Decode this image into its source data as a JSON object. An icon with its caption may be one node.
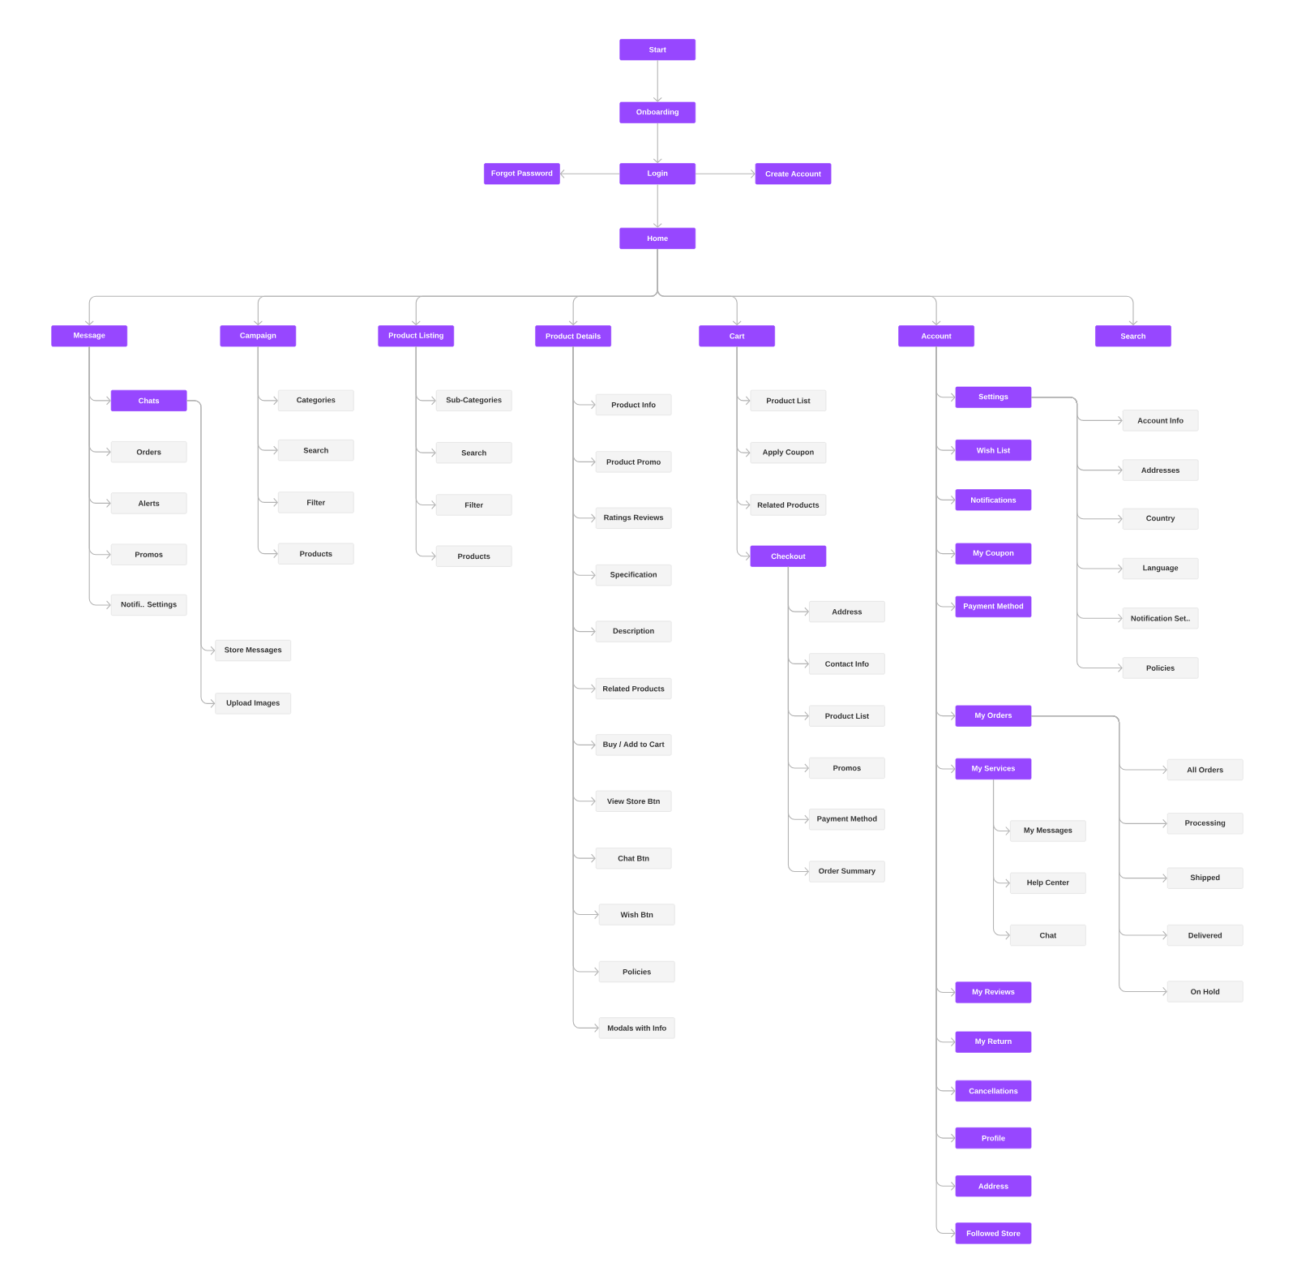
{
  "diagram": {
    "nodes": [
      {
        "text": [
          "Start"
        ]
      },
      {
        "text": [
          "Onboarding"
        ]
      },
      {
        "text": [
          "Login"
        ]
      },
      {
        "text": [
          "Forgot Password"
        ]
      },
      {
        "text": [
          "Create Account"
        ]
      },
      {
        "text": [
          "Home"
        ]
      },
      {
        "text": [
          "Message"
        ]
      },
      {
        "text": [
          "Campaign"
        ]
      },
      {
        "text": [
          "Product Listing"
        ]
      },
      {
        "text": [
          "Product Details"
        ]
      },
      {
        "text": [
          "Cart"
        ]
      },
      {
        "text": [
          "Account"
        ]
      },
      {
        "text": [
          "Search"
        ]
      },
      {
        "text": [
          "Chats"
        ]
      },
      {
        "text": [
          "Orders"
        ]
      },
      {
        "text": [
          "Alerts"
        ]
      },
      {
        "text": [
          "Promos"
        ]
      },
      {
        "text": [
          "Notifi.. Settings"
        ]
      },
      {
        "text": [
          "Store Messages"
        ]
      },
      {
        "text": [
          "Upload Images"
        ]
      },
      {
        "text": [
          "Categories"
        ]
      },
      {
        "text": [
          "Search"
        ]
      },
      {
        "text": [
          "Filter"
        ]
      },
      {
        "text": [
          "Products"
        ]
      },
      {
        "text": [
          "Sub-Categories"
        ]
      },
      {
        "text": [
          "Search"
        ]
      },
      {
        "text": [
          "Filter"
        ]
      },
      {
        "text": [
          "Products"
        ]
      },
      {
        "text": [
          "Product Info"
        ]
      },
      {
        "text": [
          "Product Promo"
        ]
      },
      {
        "text": [
          "Ratings Reviews"
        ]
      },
      {
        "text": [
          "Specification"
        ]
      },
      {
        "text": [
          "Description"
        ]
      },
      {
        "text": [
          "Related Products"
        ]
      },
      {
        "text": [
          "Buy / Add to Cart"
        ]
      },
      {
        "text": [
          "View Store Btn"
        ]
      },
      {
        "text": [
          "Chat Btn"
        ]
      },
      {
        "text": [
          "Wish Btn"
        ]
      },
      {
        "text": [
          "Policies"
        ]
      },
      {
        "text": [
          "Modals with Info"
        ]
      },
      {
        "text": [
          "Product List"
        ]
      },
      {
        "text": [
          "Apply Coupon"
        ]
      },
      {
        "text": [
          "Related Products"
        ]
      },
      {
        "text": [
          "Checkout"
        ]
      },
      {
        "text": [
          "Address"
        ]
      },
      {
        "text": [
          "Contact Info"
        ]
      },
      {
        "text": [
          "Product List"
        ]
      },
      {
        "text": [
          "Promos"
        ]
      },
      {
        "text": [
          "Payment Method"
        ]
      },
      {
        "text": [
          "Order Summary"
        ]
      },
      {
        "text": [
          "Settings"
        ]
      },
      {
        "text": [
          "Wish List"
        ]
      },
      {
        "text": [
          "Notifications"
        ]
      },
      {
        "text": [
          "My Coupon"
        ]
      },
      {
        "text": [
          "Payment Method"
        ]
      },
      {
        "text": [
          "My Orders"
        ]
      },
      {
        "text": [
          "My Services"
        ]
      },
      {
        "text": [
          "My Reviews"
        ]
      },
      {
        "text": [
          "My Return"
        ]
      },
      {
        "text": [
          "Cancellations"
        ]
      },
      {
        "text": [
          "Profile"
        ]
      },
      {
        "text": [
          "Address"
        ]
      },
      {
        "text": [
          "Followed Store"
        ]
      },
      {
        "text": [
          "Account Info"
        ]
      },
      {
        "text": [
          "Addresses"
        ]
      },
      {
        "text": [
          "Country"
        ]
      },
      {
        "text": [
          "Language"
        ]
      },
      {
        "text": [
          "Notification Set.."
        ]
      },
      {
        "text": [
          "Policies"
        ]
      },
      {
        "text": [
          "All Orders"
        ]
      },
      {
        "text": [
          "Processing"
        ]
      },
      {
        "text": [
          "Shipped"
        ]
      },
      {
        "text": [
          "Delivered"
        ]
      },
      {
        "text": [
          "On Hold"
        ]
      },
      {
        "text": [
          "My Messages"
        ]
      },
      {
        "text": [
          "Help Center"
        ]
      },
      {
        "text": [
          "Chat"
        ]
      }
    ],
    "edges": [
      {
        "from": 0,
        "to": 1,
        "arrow": "to"
      },
      {
        "from": 1,
        "to": 2,
        "arrow": "to"
      },
      {
        "from": 2,
        "to": 3,
        "arrow": "to"
      },
      {
        "from": 2,
        "to": 4,
        "arrow": "to"
      },
      {
        "from": 2,
        "to": 5,
        "arrow": "to"
      },
      {
        "from": 5,
        "to": 6,
        "arrow": "to"
      },
      {
        "from": 5,
        "to": 7,
        "arrow": "to"
      },
      {
        "from": 5,
        "to": 8,
        "arrow": "to"
      },
      {
        "from": 5,
        "to": 9,
        "arrow": "to"
      },
      {
        "from": 5,
        "to": 10,
        "arrow": "to"
      },
      {
        "from": 5,
        "to": 11,
        "arrow": "to"
      },
      {
        "from": 5,
        "to": 12,
        "arrow": "to"
      },
      {
        "from": 6,
        "to": 13,
        "arrow": "to"
      },
      {
        "from": 6,
        "to": 14,
        "arrow": "to"
      },
      {
        "from": 6,
        "to": 15,
        "arrow": "to"
      },
      {
        "from": 6,
        "to": 16,
        "arrow": "to"
      },
      {
        "from": 6,
        "to": 17,
        "arrow": "to"
      },
      {
        "from": 13,
        "to": 18,
        "arrow": "to"
      },
      {
        "from": 13,
        "to": 19,
        "arrow": "to"
      },
      {
        "from": 7,
        "to": 20,
        "arrow": "to"
      },
      {
        "from": 7,
        "to": 21,
        "arrow": "to"
      },
      {
        "from": 7,
        "to": 22,
        "arrow": "to"
      },
      {
        "from": 7,
        "to": 23,
        "arrow": "to"
      },
      {
        "from": 8,
        "to": 24,
        "arrow": "to"
      },
      {
        "from": 8,
        "to": 25,
        "arrow": "to"
      },
      {
        "from": 8,
        "to": 26,
        "arrow": "to"
      },
      {
        "from": 8,
        "to": 27,
        "arrow": "to"
      },
      {
        "from": 9,
        "to": 28,
        "arrow": "to"
      },
      {
        "from": 9,
        "to": 29,
        "arrow": "to"
      },
      {
        "from": 9,
        "to": 30,
        "arrow": "to"
      },
      {
        "from": 9,
        "to": 31,
        "arrow": "to"
      },
      {
        "from": 9,
        "to": 32,
        "arrow": "to"
      },
      {
        "from": 9,
        "to": 33,
        "arrow": "to"
      },
      {
        "from": 9,
        "to": 34,
        "arrow": "to"
      },
      {
        "from": 9,
        "to": 35,
        "arrow": "to"
      },
      {
        "from": 9,
        "to": 36,
        "arrow": "to"
      },
      {
        "from": 9,
        "to": 37,
        "arrow": "to"
      },
      {
        "from": 9,
        "to": 38,
        "arrow": "to"
      },
      {
        "from": 9,
        "to": 39,
        "arrow": "to"
      },
      {
        "from": 10,
        "to": 40,
        "arrow": "to"
      },
      {
        "from": 10,
        "to": 41,
        "arrow": "to"
      },
      {
        "from": 10,
        "to": 42,
        "arrow": "to"
      },
      {
        "from": 10,
        "to": 43,
        "arrow": "to"
      },
      {
        "from": 43,
        "to": 44,
        "arrow": "to"
      },
      {
        "from": 43,
        "to": 45,
        "arrow": "to"
      },
      {
        "from": 43,
        "to": 46,
        "arrow": "to"
      },
      {
        "from": 43,
        "to": 47,
        "arrow": "to"
      },
      {
        "from": 43,
        "to": 48,
        "arrow": "to"
      },
      {
        "from": 43,
        "to": 49,
        "arrow": "to"
      },
      {
        "from": 11,
        "to": 50,
        "arrow": "to"
      },
      {
        "from": 11,
        "to": 51,
        "arrow": "to"
      },
      {
        "from": 11,
        "to": 52,
        "arrow": "to"
      },
      {
        "from": 11,
        "to": 53,
        "arrow": "to"
      },
      {
        "from": 11,
        "to": 54,
        "arrow": "to"
      },
      {
        "from": 11,
        "to": 55,
        "arrow": "to"
      },
      {
        "from": 11,
        "to": 56,
        "arrow": "to"
      },
      {
        "from": 11,
        "to": 57,
        "arrow": "to"
      },
      {
        "from": 11,
        "to": 58,
        "arrow": "to"
      },
      {
        "from": 11,
        "to": 59,
        "arrow": "to"
      },
      {
        "from": 11,
        "to": 60,
        "arrow": "to"
      },
      {
        "from": 11,
        "to": 61,
        "arrow": "to"
      },
      {
        "from": 11,
        "to": 62,
        "arrow": "to"
      },
      {
        "from": 50,
        "to": 63,
        "arrow": "to"
      },
      {
        "from": 50,
        "to": 64,
        "arrow": "to"
      },
      {
        "from": 50,
        "to": 65,
        "arrow": "to"
      },
      {
        "from": 50,
        "to": 66,
        "arrow": "to"
      },
      {
        "from": 50,
        "to": 67,
        "arrow": "to"
      },
      {
        "from": 50,
        "to": 68,
        "arrow": "to"
      },
      {
        "from": 55,
        "to": 69,
        "arrow": "to"
      },
      {
        "from": 55,
        "to": 70,
        "arrow": "to"
      },
      {
        "from": 55,
        "to": 71,
        "arrow": "to"
      },
      {
        "from": 55,
        "to": 72,
        "arrow": "to"
      },
      {
        "from": 55,
        "to": 73,
        "arrow": "to"
      },
      {
        "from": 56,
        "to": 74,
        "arrow": "to"
      },
      {
        "from": 56,
        "to": 75,
        "arrow": "to"
      },
      {
        "from": 56,
        "to": 76,
        "arrow": "to"
      }
    ]
  }
}
